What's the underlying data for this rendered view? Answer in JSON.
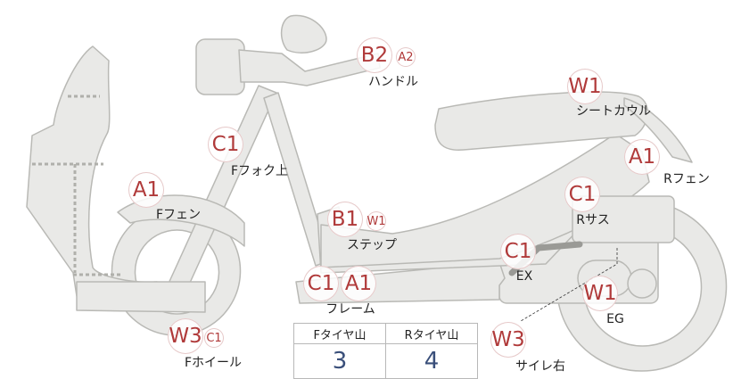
{
  "labels": {
    "handle": {
      "name": "ハンドル",
      "code": "B2",
      "sub": "A2"
    },
    "seat": {
      "name": "シートカウル",
      "code": "W1"
    },
    "fork": {
      "name": "Fフォク上",
      "code": "C1"
    },
    "rfender": {
      "name": "Rフェン",
      "code": "A1"
    },
    "ffender": {
      "name": "Fフェン",
      "code": "A1"
    },
    "rsus": {
      "name": "Rサス",
      "code": "C1"
    },
    "step": {
      "name": "ステップ",
      "code": "B1",
      "sub": "W1"
    },
    "ex": {
      "name": "EX",
      "code": "C1"
    },
    "frame": {
      "name": "フレーム",
      "code1": "C1",
      "code2": "A1"
    },
    "eg": {
      "name": "EG",
      "code": "W1"
    },
    "fwheel": {
      "name": "Fホイール",
      "code": "W3",
      "sub": "C1"
    },
    "muffler": {
      "name": "サイレ右",
      "code": "W3"
    }
  },
  "tires": {
    "front_label": "Fタイヤ山",
    "rear_label": "Rタイヤ山",
    "front_value": "3",
    "rear_value": "4"
  },
  "colors": {
    "part_fill": "#e9e9e7",
    "part_stroke": "#b9b9b5",
    "grade_text": "#b03a3a",
    "tire_value": "#3a4f7a"
  }
}
